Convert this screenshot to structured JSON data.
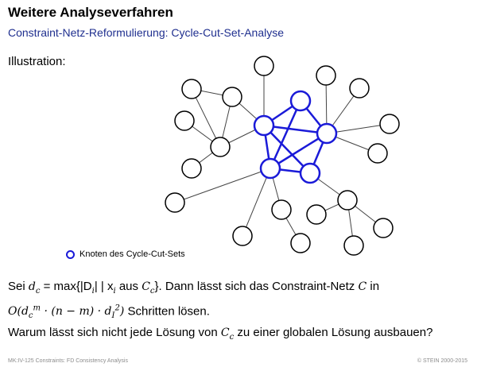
{
  "header": {
    "title": "Weitere Analyseverfahren",
    "subtitle": "Constraint-Netz-Reformulierung: Cycle-Cut-Set-Analyse"
  },
  "intro_label": "Illustration:",
  "legend": {
    "label": "Knoten des Cycle-Cut-Sets"
  },
  "text": {
    "sentence1_prefix": "Sei",
    "sentence1_eq": "= max{|D",
    "sentence1_mid": "| | x",
    "sentence1_from": "aus",
    "sentence1_suffix": "}. Dann lässt sich das Constraint-Netz",
    "sentence1_end": "in",
    "sentence2_suffix": "Schritten lösen.",
    "question_prefix": "Warum lässt sich nicht jede Lösung von",
    "question_suffix": "zu einer globalen Lösung ausbauen?"
  },
  "footer": {
    "left": "MK:IV-125    Constraints: FD Consistency Analysis",
    "right": "© STEIN 2000-2015"
  },
  "colors": {
    "cut_set": "#1a1ad8",
    "node": "#000000",
    "subtitle": "#1f2f8f"
  }
}
